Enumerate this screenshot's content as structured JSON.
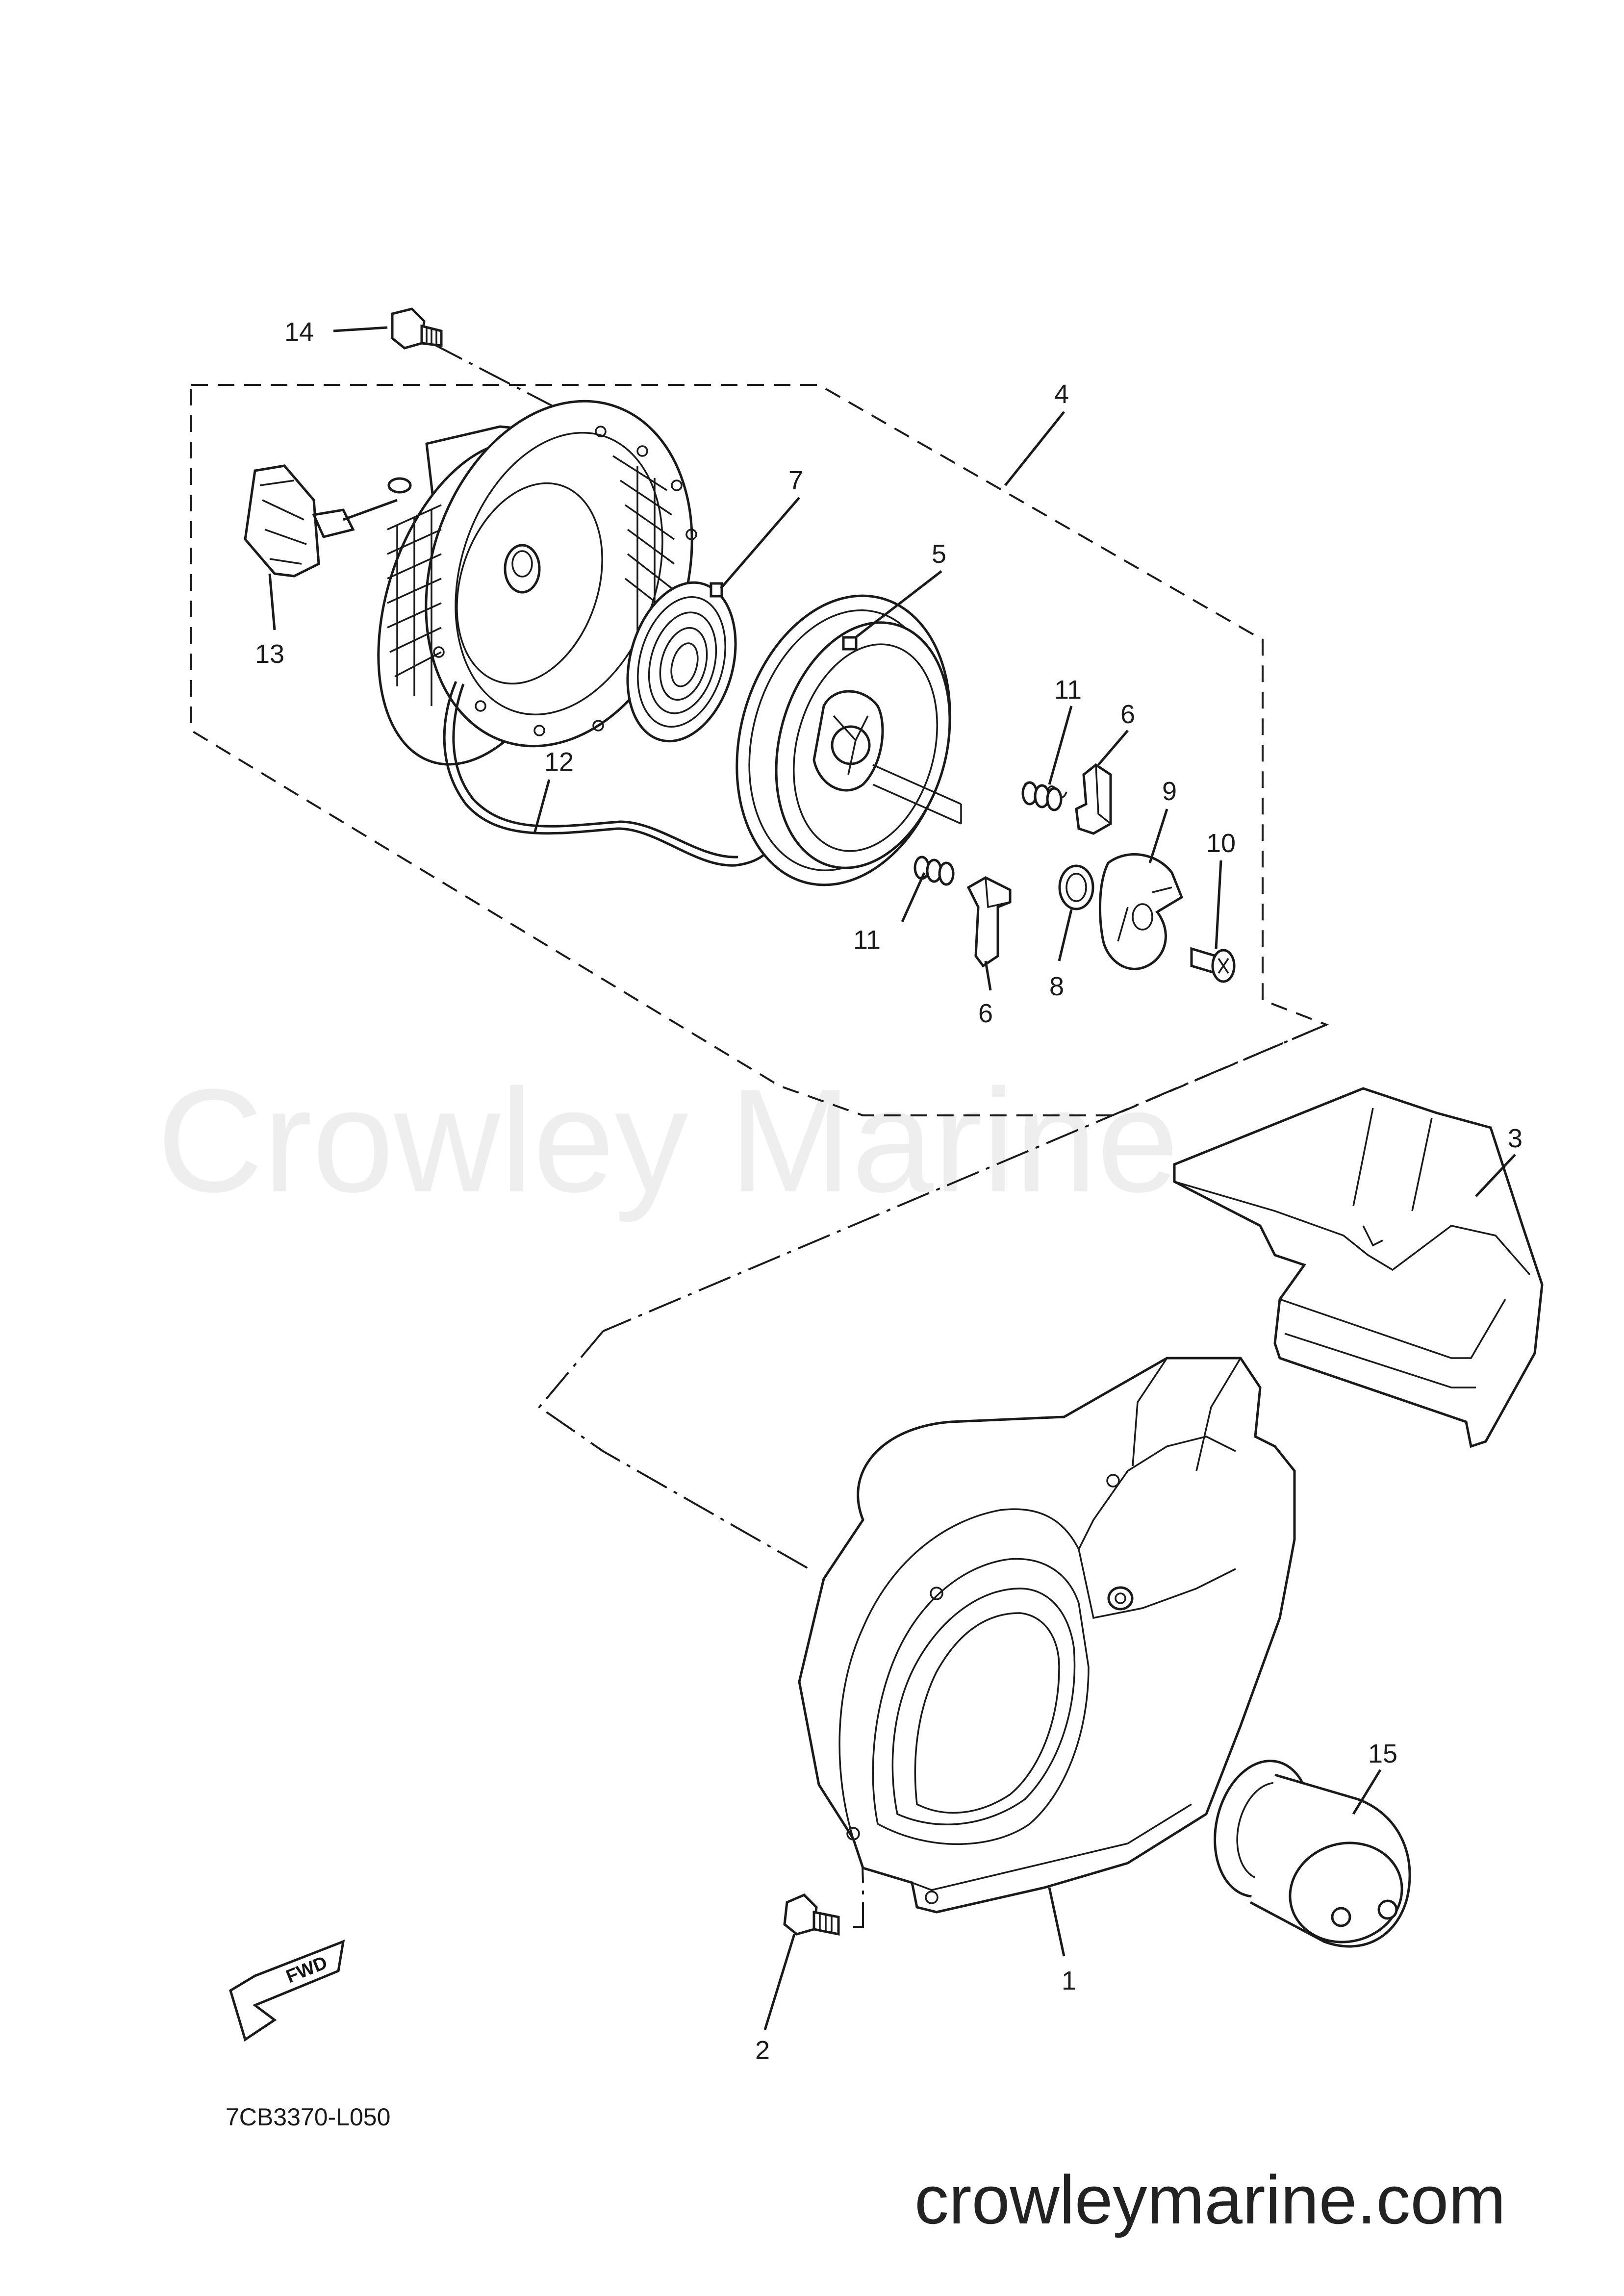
{
  "watermark": "Crowley Marine",
  "website": "crowleymarine.com",
  "diagram_code": "7CB3370-L050",
  "fwd_label": "FWD",
  "callouts": [
    "1",
    "2",
    "3",
    "4",
    "5",
    "6",
    "6",
    "7",
    "8",
    "9",
    "10",
    "11",
    "11",
    "12",
    "13",
    "14",
    "15"
  ],
  "colors": {
    "ink": "#1a1a1a",
    "watermark": "#eeeeee",
    "background": "#ffffff"
  }
}
